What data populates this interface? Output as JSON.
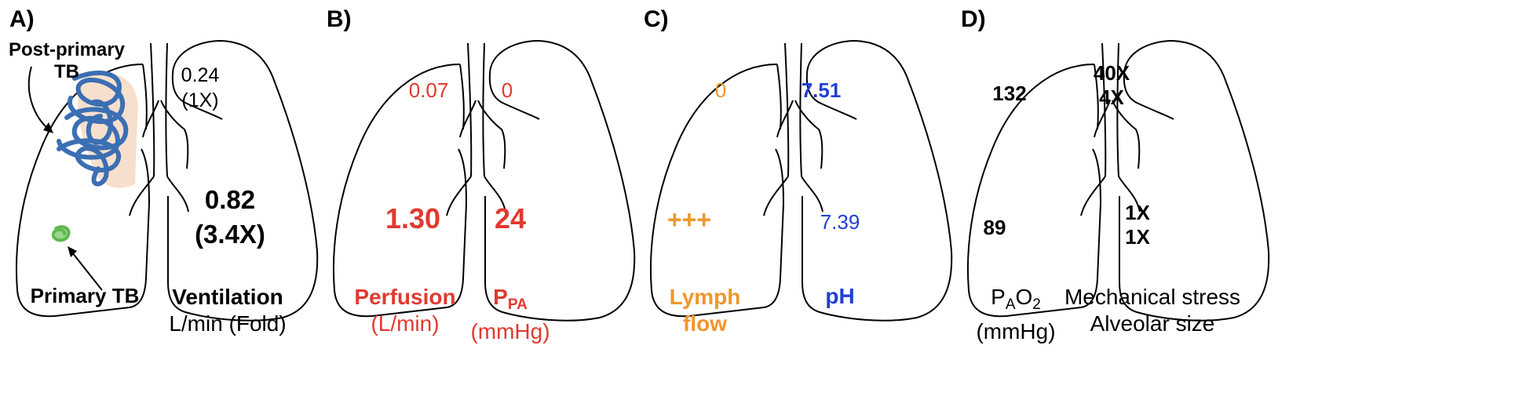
{
  "panels": [
    {
      "letter": "A)",
      "annotations": {
        "post_primary_line1": "Post-primary",
        "post_primary_line2": "TB",
        "primary": "Primary TB"
      },
      "upper_value": "0.24",
      "upper_fold": "(1X)",
      "lower_value": "0.82",
      "lower_fold": "(3.4X)",
      "caption_line1": "Ventilation",
      "caption_line2": "L/min (Fold)"
    },
    {
      "letter": "B)",
      "right_upper": "0.07",
      "left_upper": "0",
      "right_lower": "1.30",
      "left_lower": "24",
      "caption1_line1": "Perfusion",
      "caption1_line2": "(L/min)",
      "caption2_main": "P",
      "caption2_sub": "PA",
      "caption2_line2": "(mmHg)"
    },
    {
      "letter": "C)",
      "right_upper": "0",
      "left_upper": "7.51",
      "right_lower": "+++",
      "left_lower": "7.39",
      "caption1_line1": "Lymph",
      "caption1_line2": "flow",
      "caption2_line1": "pH"
    },
    {
      "letter": "D)",
      "right_upper": "132",
      "left_upper_1": "40X",
      "left_upper_2": "4X",
      "right_lower": "89",
      "left_lower_1": "1X",
      "left_lower_2": "1X",
      "caption1_main": "P",
      "caption1_sub": "A",
      "caption1_main2": "O",
      "caption1_sub2": "2",
      "caption1_line2": "(mmHg)",
      "caption2_line1": "Mechanical stress",
      "caption2_line2": "Alveolar size"
    }
  ],
  "colors": {
    "outline": "#000000",
    "perfusion_red": "#e03a2f",
    "lymph_orange": "#f0962d",
    "ph_blue": "#1f3fd6",
    "lesion_blue": "#3b6fb3",
    "lesion_fill": "#f6dfcd",
    "primary_green": "#5fb94e"
  }
}
